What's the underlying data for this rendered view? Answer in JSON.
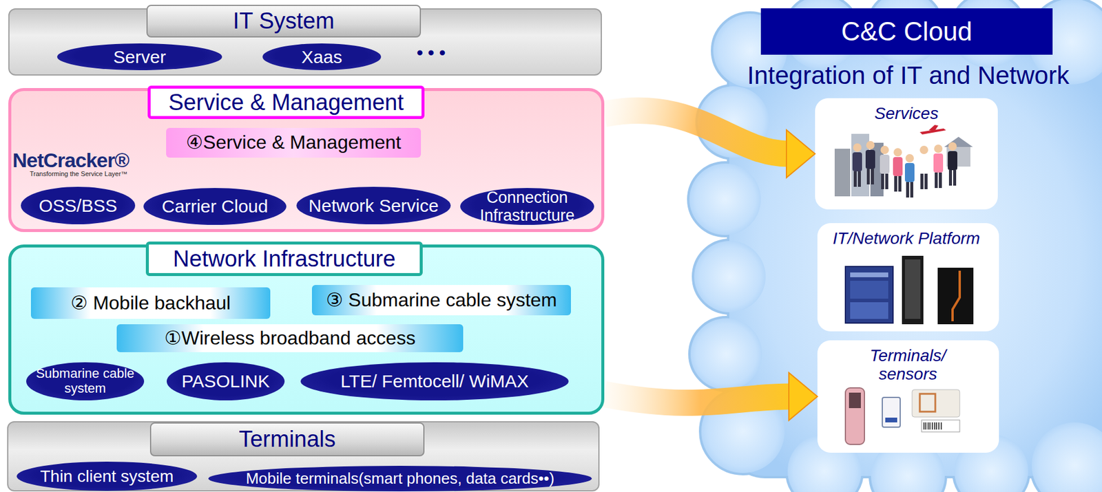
{
  "diagram": {
    "nodes": [
      {
        "text": [
          "IT System"
        ]
      },
      {
        "text": [
          "Server"
        ],
        "in": 0
      },
      {
        "text": [
          "Xaas"
        ],
        "in": 0
      },
      {
        "text": [
          "Service & Management"
        ]
      },
      {
        "text": [
          "④Service & Management"
        ],
        "in": 3
      },
      {
        "text": [
          "OSS/BSS"
        ],
        "in": 3
      },
      {
        "text": [
          "Carrier Cloud"
        ],
        "in": 3
      },
      {
        "text": [
          "Network Service"
        ],
        "in": 3
      },
      {
        "text": [
          "Connection Infrastructure"
        ],
        "in": 3
      },
      {
        "text": [
          "Network Infrastructure"
        ]
      },
      {
        "text": [
          "② Mobile backhaul"
        ],
        "in": 9
      },
      {
        "text": [
          "③ Submarine cable system"
        ],
        "in": 9
      },
      {
        "text": [
          "①Wireless broadband access"
        ],
        "in": 9
      },
      {
        "text": [
          "Submarine cable system"
        ],
        "in": 9
      },
      {
        "text": [
          "PASOLINK"
        ],
        "in": 9
      },
      {
        "text": [
          "LTE/ Femtocell/ WiMAX"
        ],
        "in": 9
      },
      {
        "text": [
          "Terminals"
        ]
      },
      {
        "text": [
          "Thin client system"
        ],
        "in": 16
      },
      {
        "text": [
          "Mobile terminals(smart phones, data cards••)"
        ],
        "in": 16
      },
      {
        "text": [
          "C&C Cloud",
          "Integration of IT and Network"
        ]
      },
      {
        "text": [
          "Services"
        ],
        "in": 19
      },
      {
        "text": [
          "IT/Network Platform"
        ],
        "in": 19
      },
      {
        "text": [
          "Terminals/ sensors"
        ],
        "in": 19
      }
    ],
    "edges": [
      {
        "from": 3,
        "to": 20,
        "arrow": "to"
      },
      {
        "from": 9,
        "to": 22,
        "arrow": "to"
      }
    ],
    "labels": [
      "• • •",
      "NetCracker®",
      "Transforming the Service Layer™"
    ]
  }
}
